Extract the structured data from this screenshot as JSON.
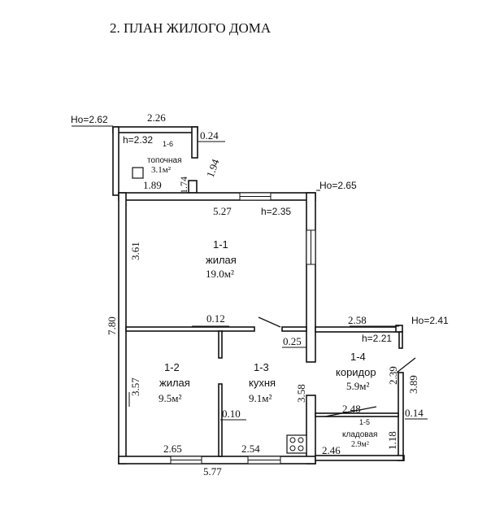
{
  "title": "2. ПЛАН ЖИЛОГО ДОМА",
  "elevations": {
    "main_top_left": "Но=2.62",
    "main_top_right": "Но=2.65",
    "right_annex": "Но=2.41"
  },
  "heights": {
    "boiler": "h=2.32",
    "main": "h=2.35",
    "annex": "h=2.21"
  },
  "rooms": {
    "r1_6": {
      "number": "1-6",
      "name": "топочная",
      "area": "3.1м²"
    },
    "r1_1": {
      "number": "1-1",
      "name": "жилая",
      "area": "19.0м²"
    },
    "r1_2": {
      "number": "1-2",
      "name": "жилая",
      "area": "9.5м²"
    },
    "r1_3": {
      "number": "1-3",
      "name": "кухня",
      "area": "9.1м²"
    },
    "r1_4": {
      "number": "1-4",
      "name": "коридор",
      "area": "5.9м²"
    },
    "r1_5": {
      "number": "1-5",
      "name": "кладовая",
      "area": "2.9м²"
    }
  },
  "dimensions": {
    "boiler_top": "2.26",
    "boiler_right_short": "0.24",
    "boiler_diag": "1.94",
    "boiler_inner": "1.74",
    "boiler_bottom": "1.89",
    "main_top": "5.27",
    "main_left": "3.61",
    "main_left_total": "7.80",
    "partition": "0.12",
    "door_gap": "0.25",
    "annex_top": "2.58",
    "room12_left": "3.57",
    "kitchen_right": "3.58",
    "annex_right": "2.39",
    "annex_right_total": "3.89",
    "closet_top": "2.48",
    "closet_right_short": "0.14",
    "closet_right": "1.18",
    "bottom_left": "2.65",
    "bottom_mid": "2.54",
    "bottom_total": "5.77",
    "bottom_annex": "2.46",
    "partition_thk": "0.10"
  }
}
